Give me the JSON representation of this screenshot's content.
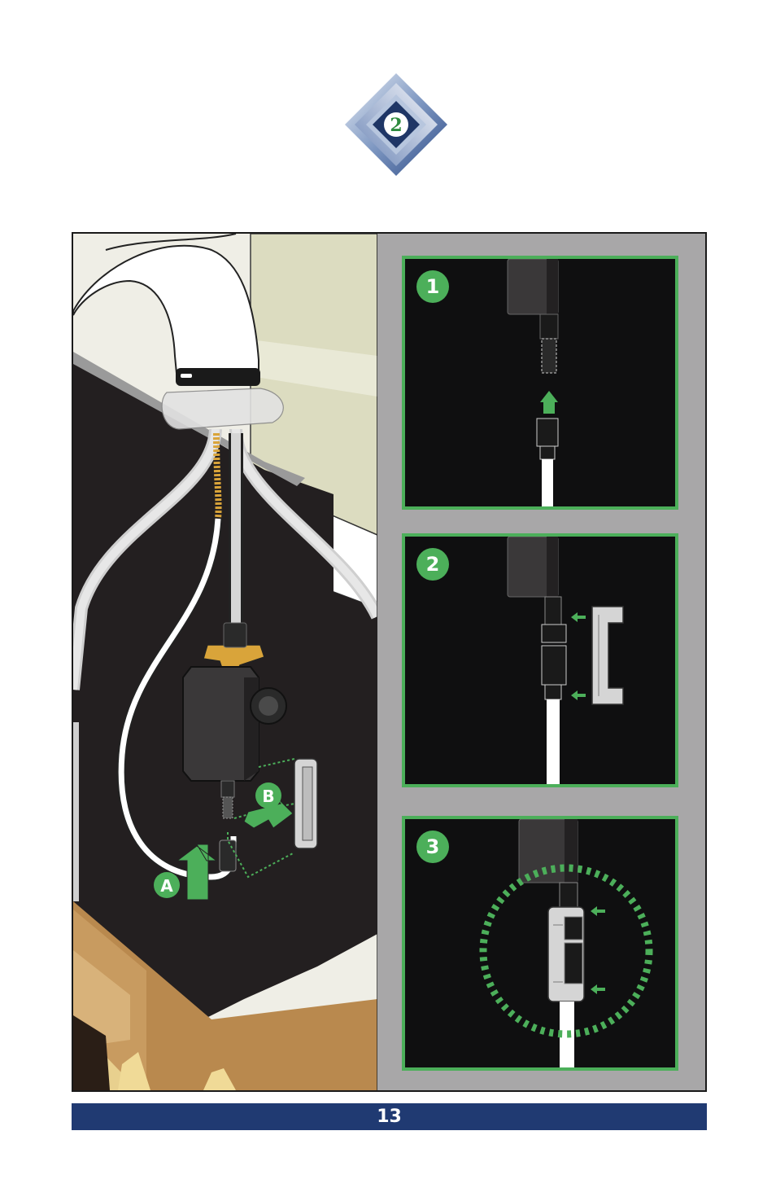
{
  "header": {
    "step_badge_number": "2"
  },
  "figure": {
    "main_labels": {
      "a": "A",
      "b": "B"
    },
    "panels": [
      {
        "number": "1"
      },
      {
        "number": "2"
      },
      {
        "number": "3"
      }
    ]
  },
  "footer": {
    "page_number": "13"
  },
  "colors": {
    "accent_green": "#4caf5a",
    "footer_navy": "#203a72",
    "hose_fitting_gold": "#d9a43a"
  }
}
